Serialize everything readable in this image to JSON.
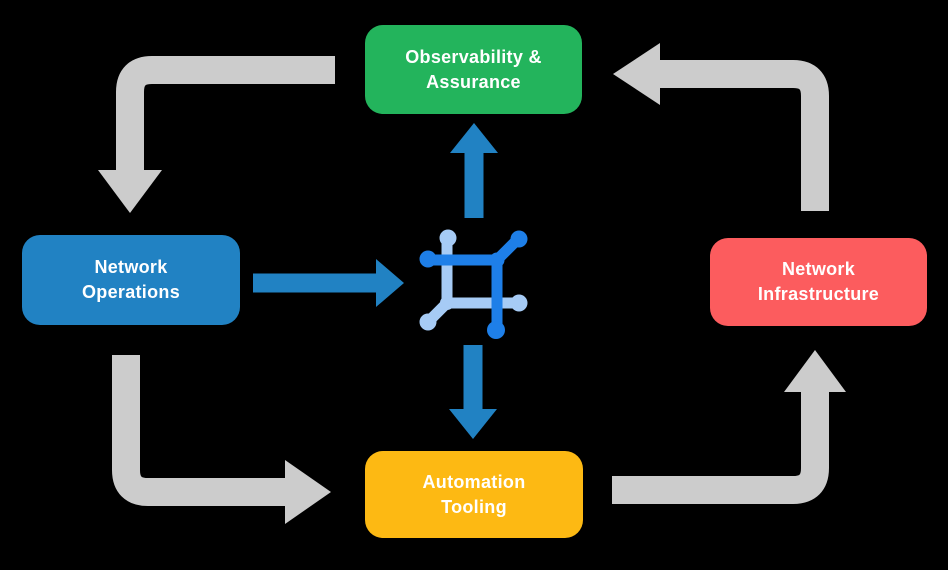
{
  "colors": {
    "background": "#000000",
    "arrow_gray": "#CCCCCC",
    "arrow_blue": "#2182C3",
    "icon_dark_blue": "#1E7FE8",
    "icon_light_blue": "#A6CBF5",
    "node_text": "#FFFFFF"
  },
  "nodes": {
    "observability": {
      "line1": "Observability &",
      "line2": "Assurance",
      "color": "#23B45C"
    },
    "operations": {
      "line1": "Network",
      "line2": "Operations",
      "color": "#2182C3"
    },
    "infrastructure": {
      "line1": "Network",
      "line2": "Infrastructure",
      "color": "#FC5C5E"
    },
    "automation": {
      "line1": "Automation",
      "line2": "Tooling",
      "color": "#FDB913"
    }
  },
  "center_icon": {
    "name": "network-mesh-icon"
  },
  "edges": [
    {
      "from": "observability-assurance",
      "to": "network-operations",
      "style": "gray-elbow"
    },
    {
      "from": "network-operations",
      "to": "automation-tooling",
      "style": "gray-elbow"
    },
    {
      "from": "automation-tooling",
      "to": "network-infrastructure",
      "style": "gray-elbow"
    },
    {
      "from": "network-infrastructure",
      "to": "observability-assurance",
      "style": "gray-elbow"
    },
    {
      "from": "network-operations",
      "to": "network-mesh-icon",
      "style": "blue-straight"
    },
    {
      "from": "network-mesh-icon",
      "to": "observability-assurance",
      "style": "blue-straight"
    },
    {
      "from": "network-mesh-icon",
      "to": "automation-tooling",
      "style": "blue-straight"
    }
  ]
}
